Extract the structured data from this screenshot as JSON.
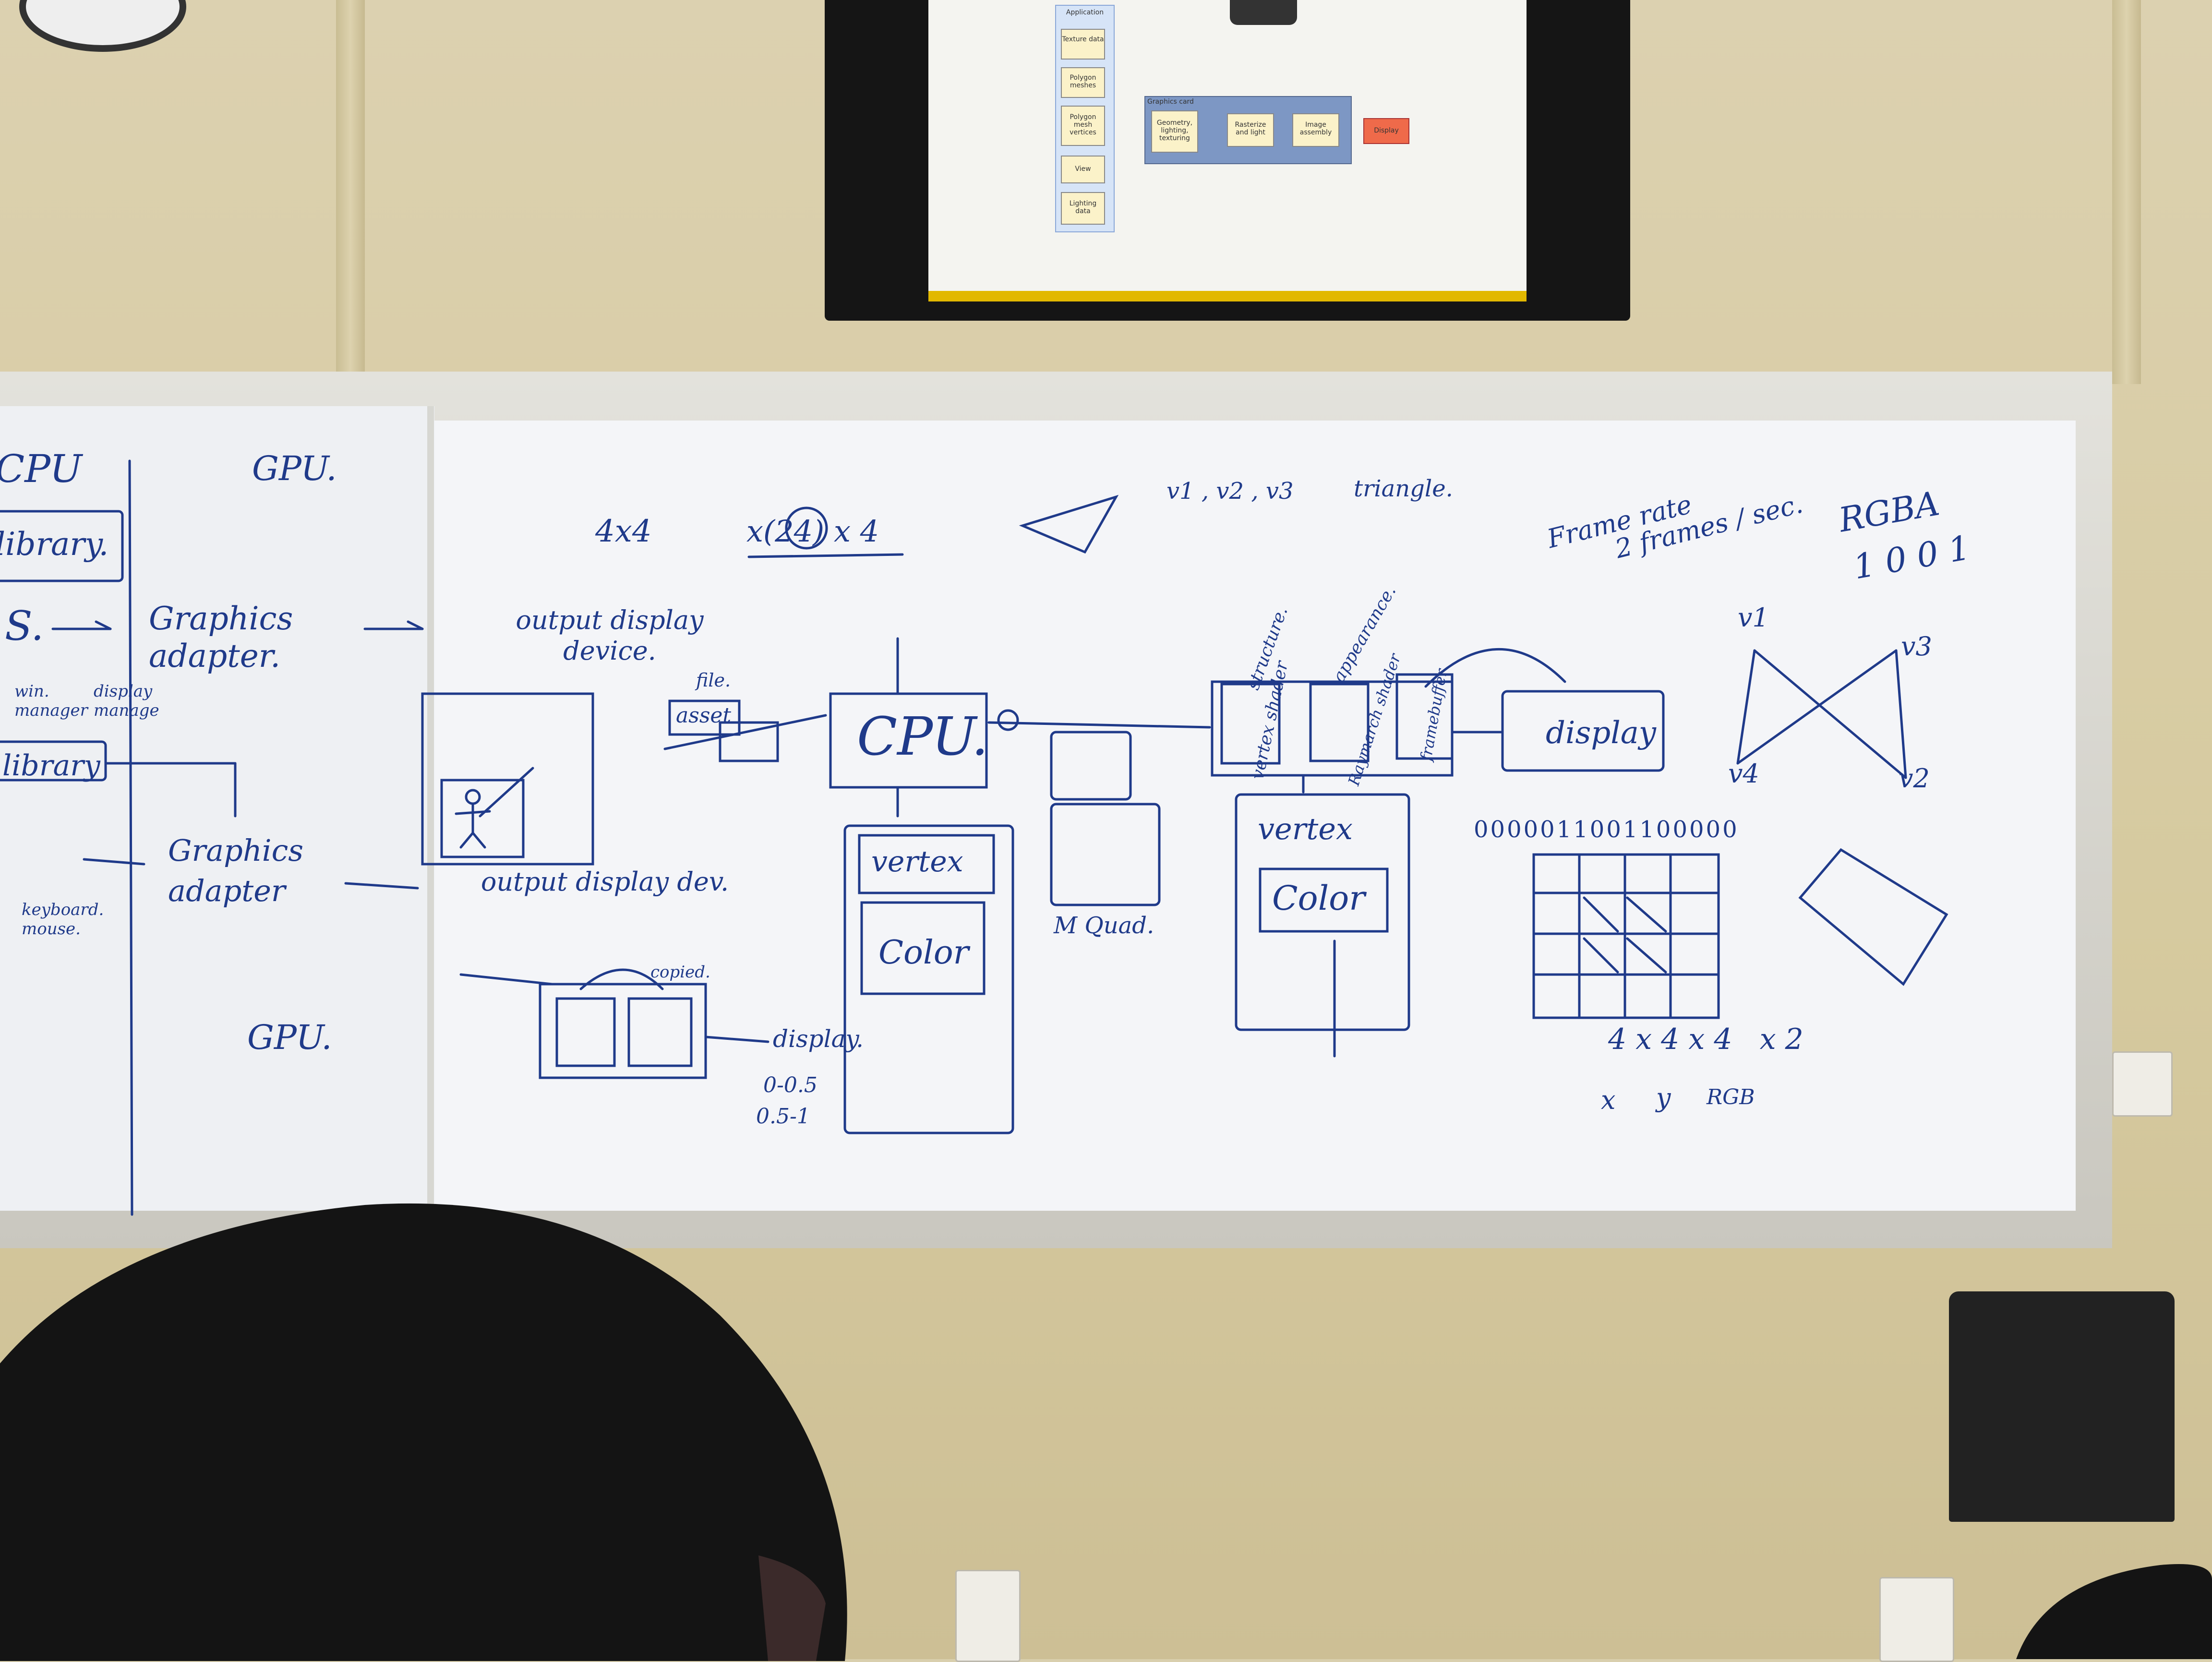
{
  "scene": {
    "tv_slide": {
      "group_title": "Application",
      "inputs": [
        "Texture data",
        "Polygon meshes",
        "Polygon mesh vertices",
        "View",
        "Lighting data"
      ],
      "pipeline_title": "Graphics card",
      "pipeline_stages": [
        "Geometry, lighting, texturing",
        "Rasterize and light",
        "Image assembly"
      ],
      "output": "Display"
    },
    "board_left": {
      "cpu": "CPU",
      "gpu_top": "GPU.",
      "library_1": "library.",
      "s_arrow": "S.",
      "graphics_adapter_1": "Graphics adapter.",
      "win_manager": "win. manager",
      "display_manage": "display manage",
      "library_2": "library",
      "graphics_adapter_2": "Graphics adapter",
      "keyboard_mouse": "keyboard. mouse.",
      "gpu_bottom": "GPU."
    },
    "board_right": {
      "math": "4x4",
      "math2": "x(24) x 4",
      "vertices": "v1 , v2 , v3",
      "triangle": "triangle.",
      "frame_rate": "Frame rate",
      "frames_per_sec": "2 frames / sec.",
      "rgba": "RGBA",
      "rgba_bits": "1 0 0 1",
      "output_display_device": "output display device.",
      "file": "file.",
      "asset": "asset",
      "cpu": "CPU.",
      "vertex_shader": "vertex shader",
      "raymarch_shader": "Raymarch shader",
      "structure": "structure.",
      "appearance": "appearance.",
      "framebuffer": "framebuffer",
      "display": "display",
      "v1": "v1",
      "v2": "v2",
      "v3": "v3",
      "v4": "v4",
      "output_display_dev": "output display dev.",
      "copied": "copied.",
      "display_arrow": "display.",
      "range1": "0-0.5",
      "range2": "0.5-1",
      "vertex1": "vertex",
      "color1": "Color",
      "m_quad": "M Quad.",
      "vertex2": "vertex",
      "color2": "Color",
      "bitstring": "0000011001100000",
      "dims": "4 x 4 x 4   x 2",
      "dim_x": "x",
      "dim_y": "y",
      "rgb": "RGB"
    }
  }
}
